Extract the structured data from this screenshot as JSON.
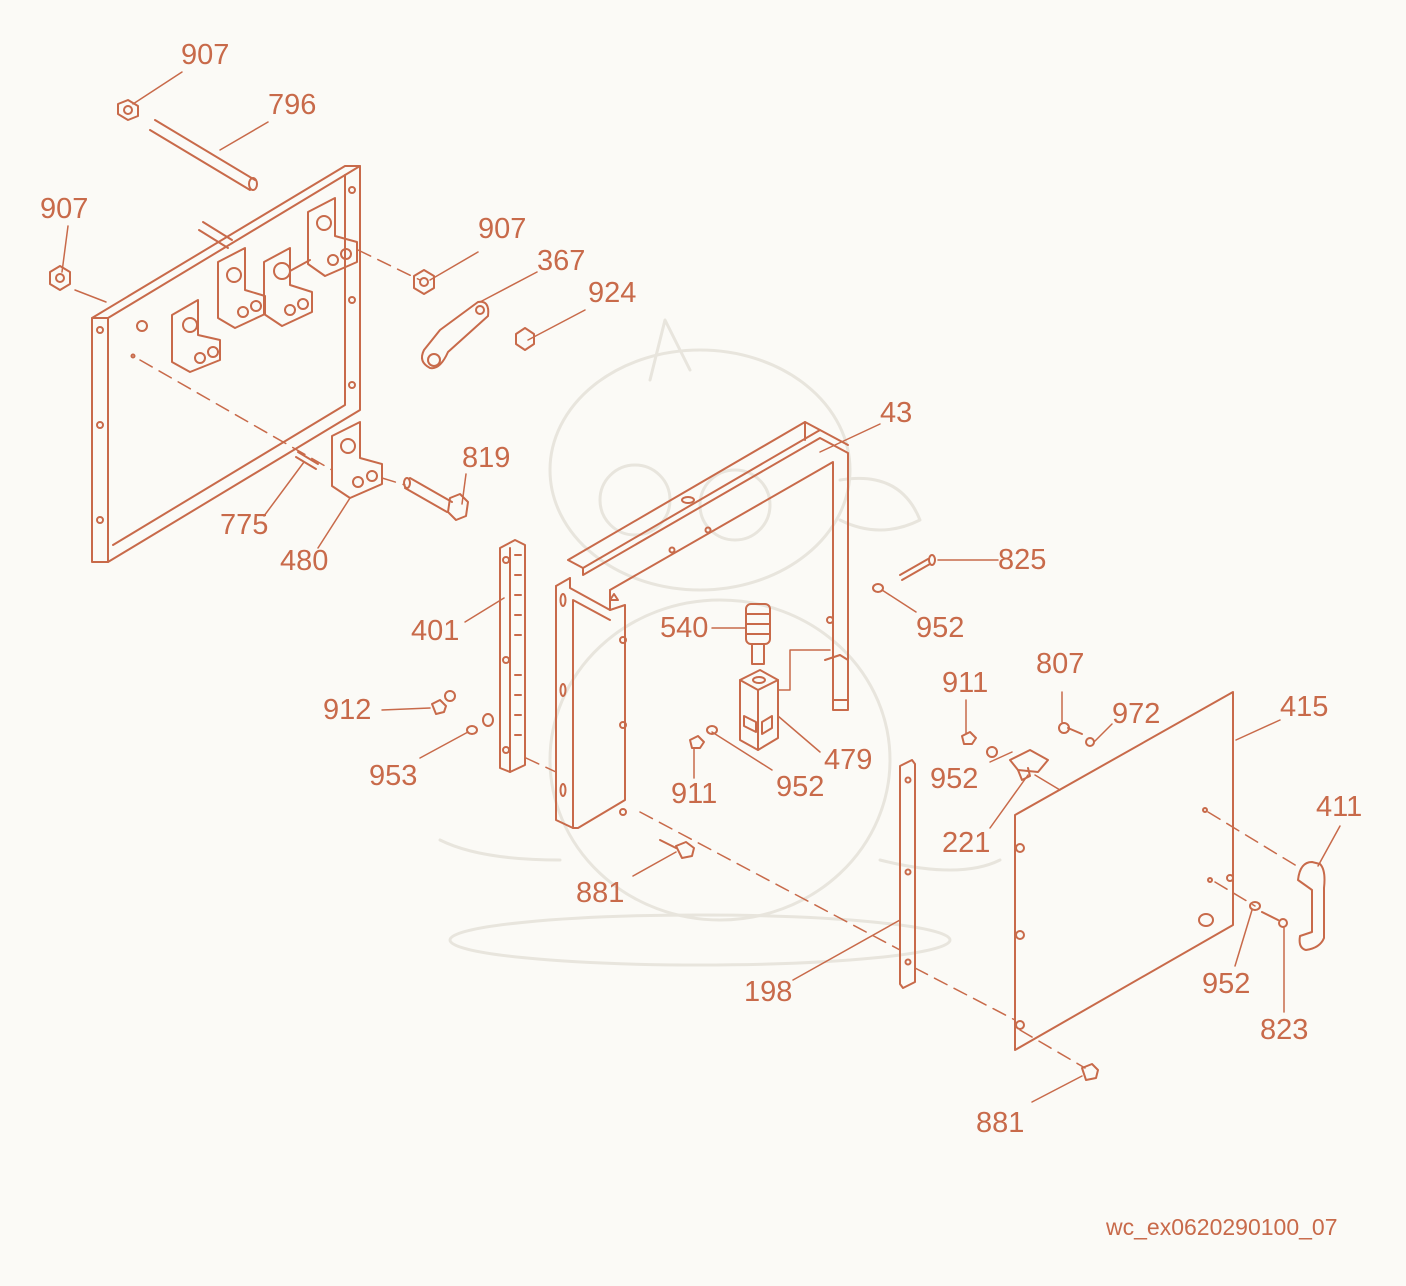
{
  "colors": {
    "line": "#c86a4a",
    "background": "#fbfaf6",
    "watermark": "#e8e5dd"
  },
  "callouts": {
    "p907_top": "907",
    "p796": "796",
    "p907_left": "907",
    "p907_mid": "907",
    "p367": "367",
    "p924": "924",
    "p43": "43",
    "p819": "819",
    "p775": "775",
    "p480": "480",
    "p825": "825",
    "p401": "401",
    "p540": "540",
    "p952_a": "952",
    "p807": "807",
    "p911_a": "911",
    "p972": "972",
    "p415": "415",
    "p912": "912",
    "p479": "479",
    "p953": "953",
    "p911_b": "911",
    "p952_b": "952",
    "p952_c": "952",
    "p411": "411",
    "p221": "221",
    "p881_a": "881",
    "p198": "198",
    "p952_d": "952",
    "p823": "823",
    "p881_b": "881"
  },
  "drawing_id": "wc_ex0620290100_07"
}
